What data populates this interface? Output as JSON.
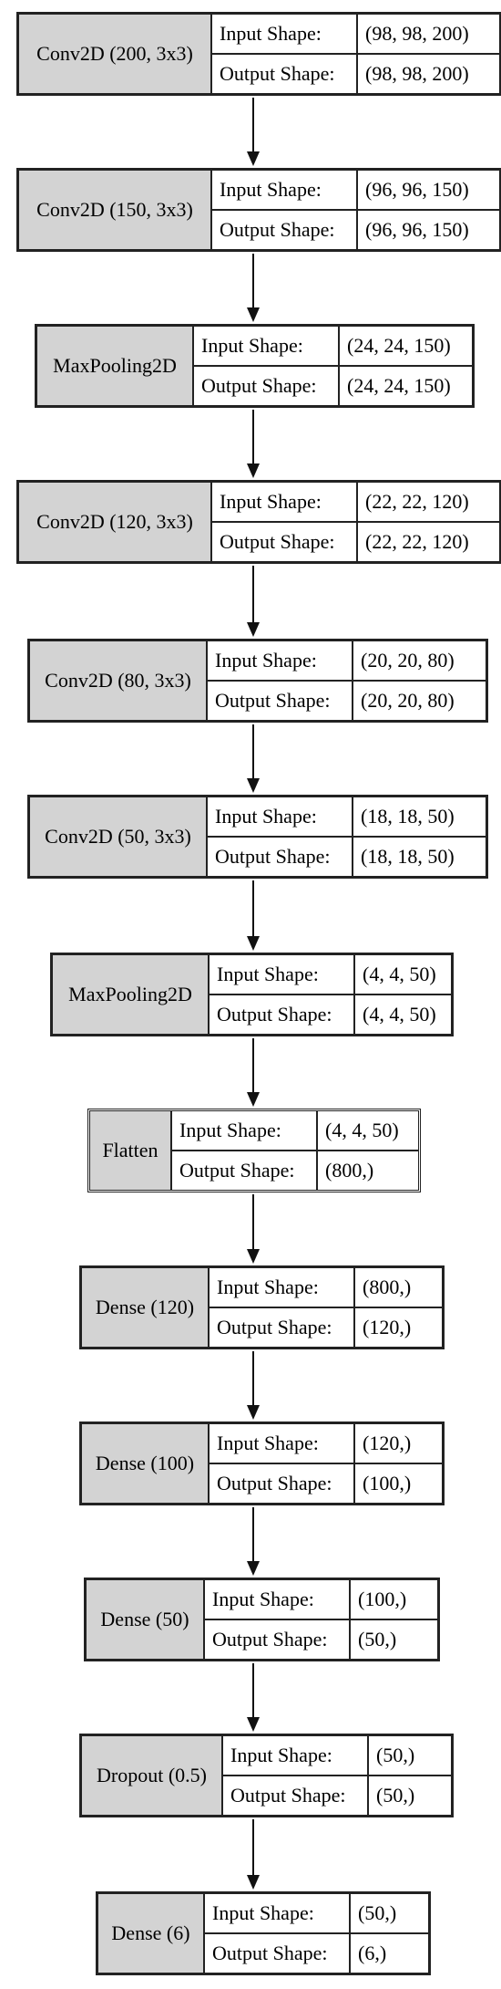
{
  "labels": {
    "input": "Input Shape:",
    "output": "Output Shape:"
  },
  "layers": [
    {
      "name": "Conv2D (200, 3x3)",
      "input": "(98, 98, 200)",
      "output": "(98, 98, 200)"
    },
    {
      "name": "Conv2D (150, 3x3)",
      "input": "(96, 96, 150)",
      "output": "(96, 96, 150)"
    },
    {
      "name": "MaxPooling2D",
      "input": "(24, 24, 150)",
      "output": "(24, 24, 150)"
    },
    {
      "name": "Conv2D (120, 3x3)",
      "input": "(22, 22, 120)",
      "output": "(22, 22, 120)"
    },
    {
      "name": "Conv2D (80, 3x3)",
      "input": "(20, 20, 80)",
      "output": "(20, 20, 80)"
    },
    {
      "name": "Conv2D (50, 3x3)",
      "input": "(18, 18, 50)",
      "output": "(18, 18, 50)"
    },
    {
      "name": "MaxPooling2D",
      "input": "(4, 4, 50)",
      "output": "(4, 4, 50)"
    },
    {
      "name": "Flatten",
      "input": "(4, 4, 50)",
      "output": "(800,)"
    },
    {
      "name": "Dense (120)",
      "input": "(800,)",
      "output": "(120,)"
    },
    {
      "name": "Dense (100)",
      "input": "(120,)",
      "output": "(100,)"
    },
    {
      "name": "Dense (50)",
      "input": "(100,)",
      "output": "(50,)"
    },
    {
      "name": "Dropout (0.5)",
      "input": "(50,)",
      "output": "(50,)"
    },
    {
      "name": "Dense (6)",
      "input": "(50,)",
      "output": "(6,)"
    }
  ]
}
